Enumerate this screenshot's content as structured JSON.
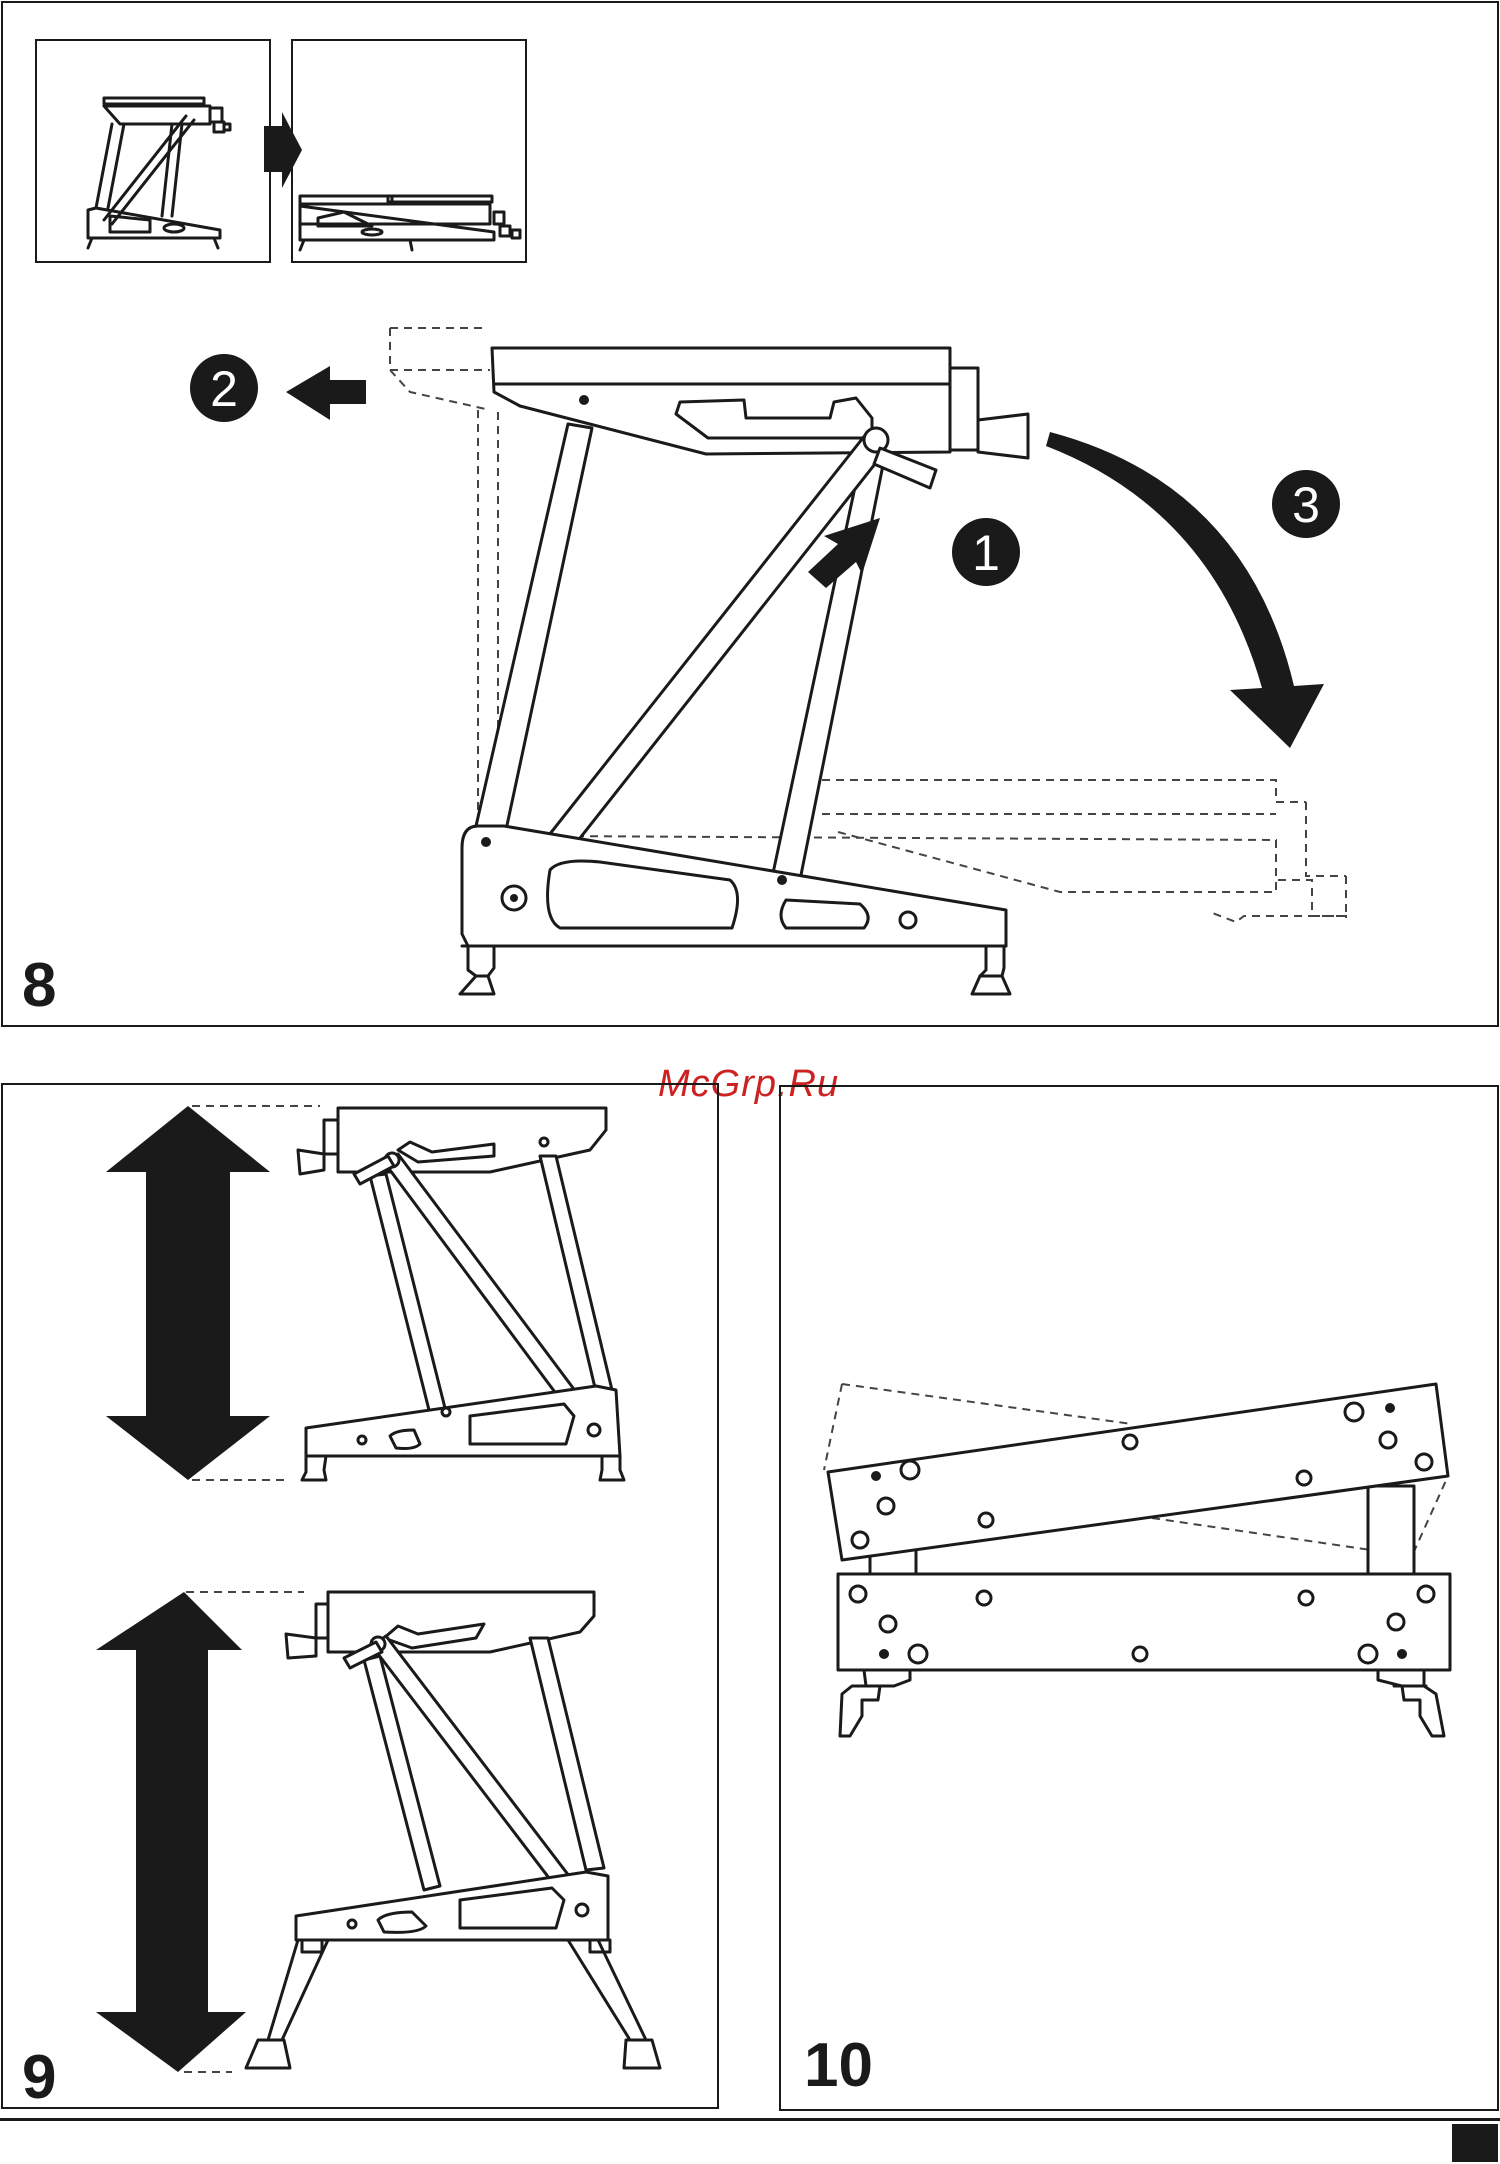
{
  "watermark": "McGrp.Ru",
  "panels": {
    "step8": {
      "number": "8",
      "callouts": [
        "2",
        "1",
        "3"
      ]
    },
    "step9": {
      "number": "9"
    },
    "step10": {
      "number": "10"
    }
  },
  "colors": {
    "ink": "#1a1a1a",
    "watermark": "#cc2222",
    "background": "#ffffff"
  },
  "icons": [
    "arrow-right-icon",
    "arrow-left-icon",
    "arrow-up-right-icon",
    "curved-arrow-down-icon",
    "double-vertical-arrow-icon"
  ]
}
